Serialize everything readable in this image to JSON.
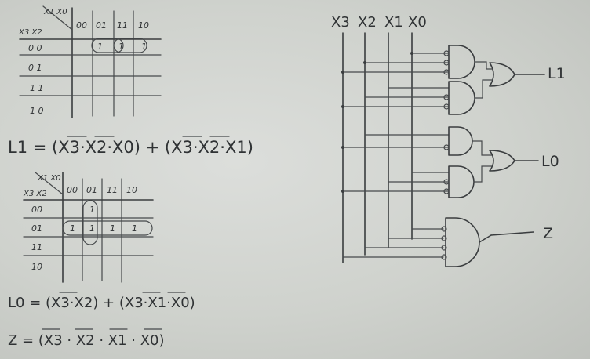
{
  "kmap1": {
    "corner_top": "X1 X0",
    "corner_left": "X3 X2",
    "col_headers": [
      "00",
      "01",
      "11",
      "10"
    ],
    "row_headers": [
      "0 0",
      "0 1",
      "1 1",
      "1 0"
    ],
    "ones": [
      "1",
      "1",
      "1"
    ]
  },
  "eq_L1": "L1 = (X3·X2·X0) + (X3·X2·X1)",
  "kmap2": {
    "corner_top": "X1 X0",
    "corner_left": "X3 X2",
    "col_headers": [
      "00",
      "01",
      "11",
      "10"
    ],
    "row_headers": [
      "00",
      "01",
      "11",
      "10"
    ],
    "ones": [
      "1",
      "1",
      "1",
      "1",
      "1"
    ]
  },
  "eq_L0": "L0 = (X3·X2) + (X3·X1·X0)",
  "eq_Z": "Z = (X3 · X2 · X1 · X0)",
  "circuit": {
    "inputs": [
      "X3",
      "X2",
      "X1",
      "X0"
    ],
    "outputs": [
      "L1",
      "L0",
      "Z"
    ]
  }
}
